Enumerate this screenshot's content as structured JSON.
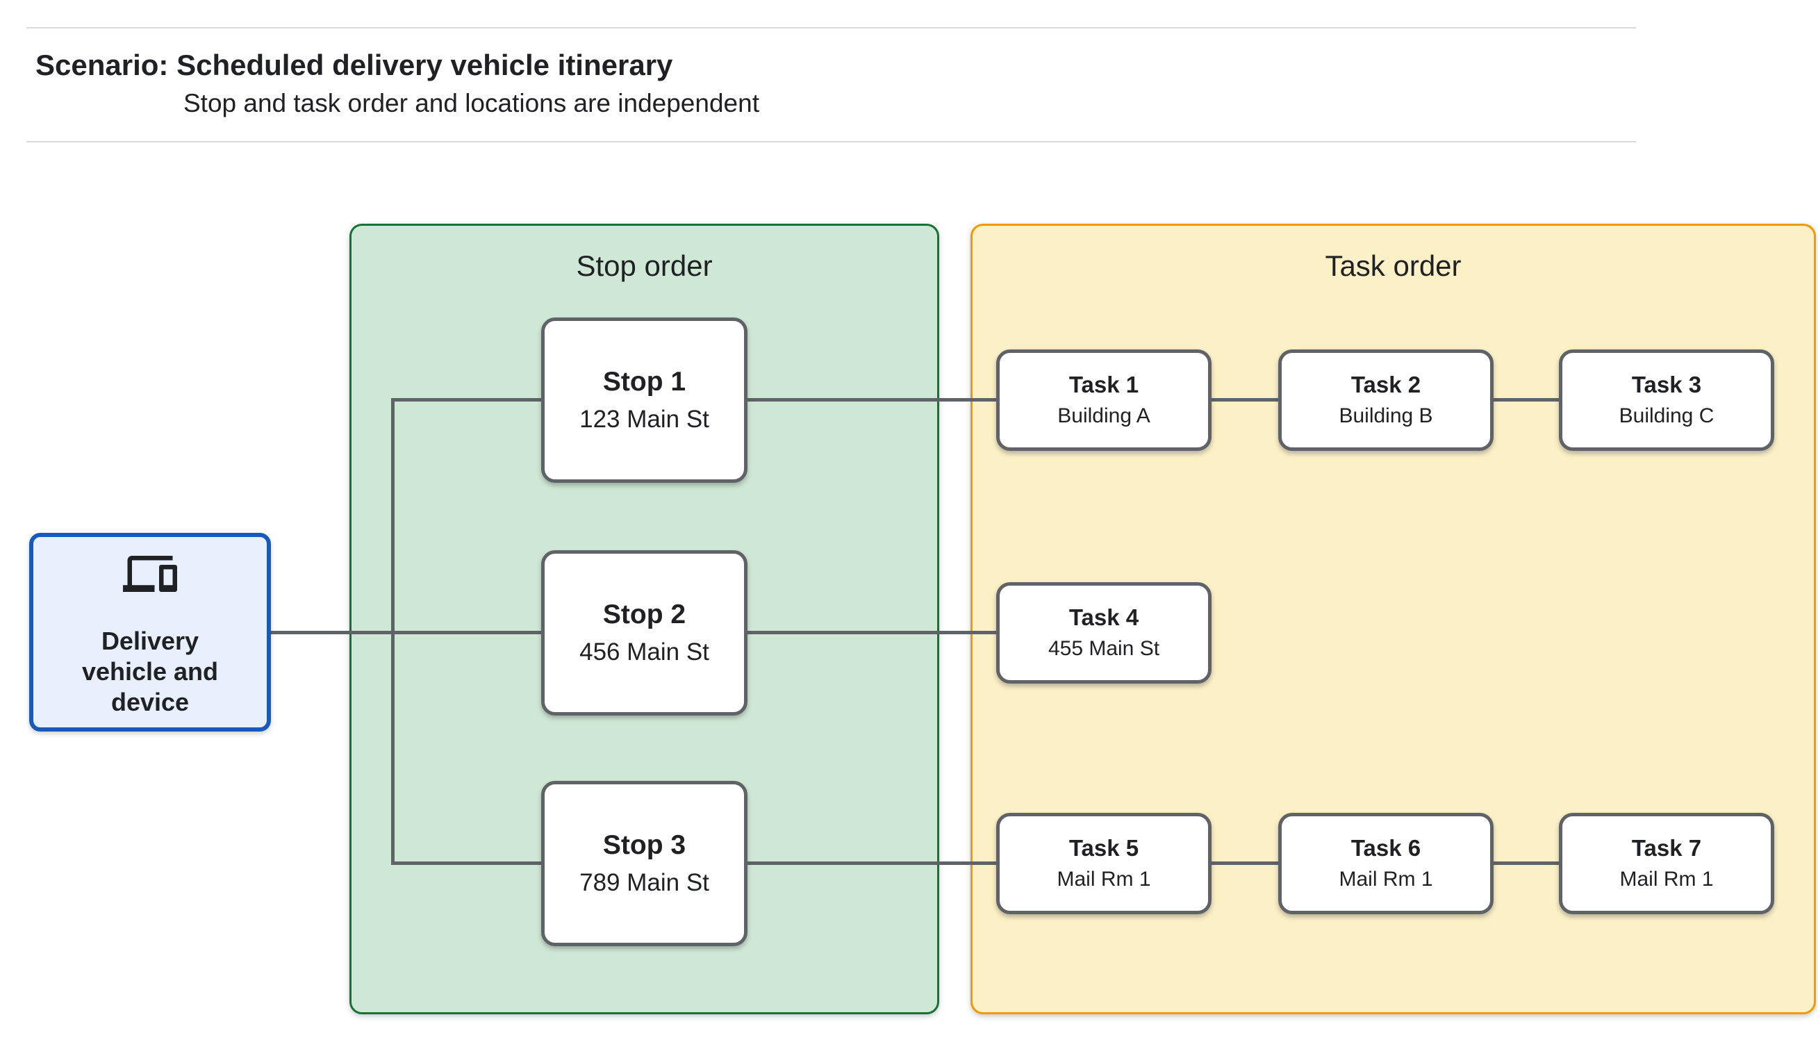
{
  "header": {
    "title": "Scenario: Scheduled delivery vehicle itinerary",
    "subtitle": "Stop and task order and locations are independent"
  },
  "source_node": {
    "label": "Delivery vehicle and device",
    "icon": "devices-icon"
  },
  "panels": {
    "stop": {
      "title": "Stop order"
    },
    "task": {
      "title": "Task order"
    }
  },
  "stops": [
    {
      "name": "Stop 1",
      "location": "123 Main St"
    },
    {
      "name": "Stop 2",
      "location": "456 Main St"
    },
    {
      "name": "Stop 3",
      "location": "789 Main St"
    }
  ],
  "tasks": [
    {
      "name": "Task 1",
      "location": "Building A"
    },
    {
      "name": "Task 2",
      "location": "Building B"
    },
    {
      "name": "Task 3",
      "location": "Building C"
    },
    {
      "name": "Task 4",
      "location": "455 Main St"
    },
    {
      "name": "Task 5",
      "location": "Mail Rm 1"
    },
    {
      "name": "Task 6",
      "location": "Mail Rm 1"
    },
    {
      "name": "Task 7",
      "location": "Mail Rm 1"
    }
  ],
  "colors": {
    "stop_panel_fill": "#cfe8d5",
    "stop_panel_border": "#137333",
    "task_panel_fill": "#fcf0c6",
    "task_panel_border": "#f29900",
    "source_fill": "#e8f0fe",
    "source_border": "#185abc",
    "connector": "#5f6368",
    "node_border": "#5f6368",
    "node_fill": "#ffffff",
    "ink": "#202124",
    "rule": "#d9d9d9"
  }
}
